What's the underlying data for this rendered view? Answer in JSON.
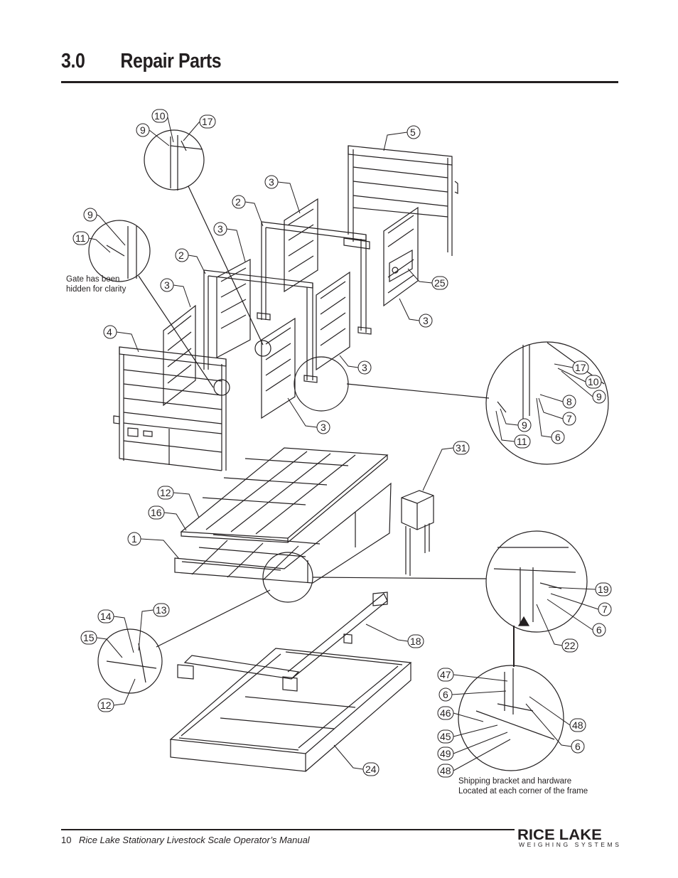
{
  "header": {
    "section_number": "3.0",
    "section_title": "Repair Parts"
  },
  "notes": {
    "gate_hidden_line1": "Gate has been",
    "gate_hidden_line2": "hidden for clarity",
    "shipping_line1": "Shipping bracket and hardware",
    "shipping_line2": "Located at each corner of the frame"
  },
  "callouts": {
    "top_detail": [
      "10",
      "17",
      "9"
    ],
    "main": [
      "5",
      "3",
      "2",
      "3",
      "2",
      "3",
      "4",
      "25",
      "3",
      "3",
      "3"
    ],
    "left_detail": [
      "9",
      "11"
    ],
    "right_upper_detail": [
      "17",
      "10",
      "9",
      "8",
      "7",
      "9",
      "11",
      "6"
    ],
    "platform": [
      "31",
      "12",
      "16",
      "1"
    ],
    "right_lower_detail": [
      "19",
      "7",
      "6",
      "22"
    ],
    "bottom_left_detail": [
      "13",
      "14",
      "15",
      "12"
    ],
    "frame": [
      "18",
      "24"
    ],
    "shipping_detail": [
      "47",
      "6",
      "46",
      "45",
      "49",
      "48",
      "48",
      "6"
    ]
  },
  "footer": {
    "page_number": "10",
    "manual_title": "Rice Lake Stationary Livestock Scale Operator’s Manual",
    "logo_main": "RICE LAKE",
    "logo_sub": "WEIGHING SYSTEMS"
  }
}
